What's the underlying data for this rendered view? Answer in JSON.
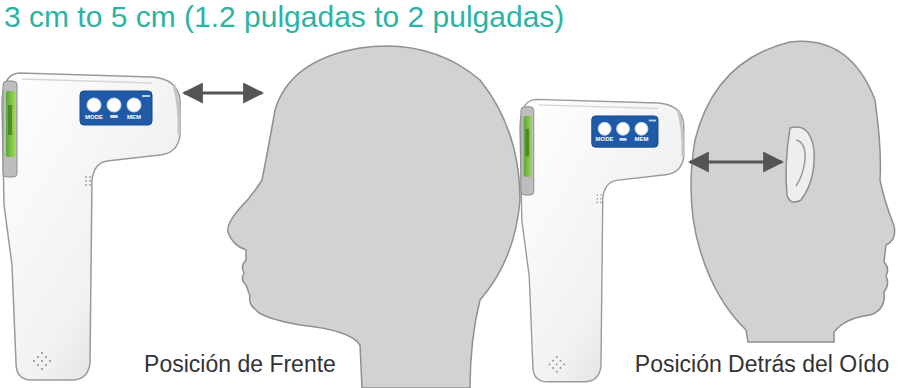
{
  "diagram": {
    "labels": [
      "3 cm to 5 cm (1.2 pulgadas to 2 pulgadas)",
      "MODE",
      "MEM",
      "Posición de Frente",
      "MODE",
      "MEM",
      "Posición Detrás del Oído"
    ]
  }
}
